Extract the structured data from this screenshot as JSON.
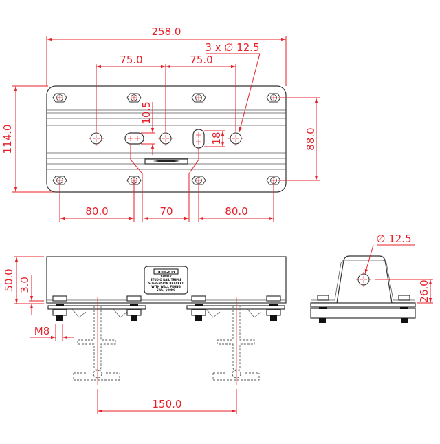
{
  "drawing": {
    "title": "Studio rail triple suspension bracket - dimensioned drawing",
    "colors": {
      "dimension": "#e8202a",
      "outline": "#333333",
      "background": "#ffffff"
    }
  },
  "top_view": {
    "overall_width": "258.0",
    "overall_height": "114.0",
    "bolt_row_spacing": "88.0",
    "hole_spacing_left": "75.0",
    "hole_spacing_right": "75.0",
    "hole_callout": "3 x ∅ 12.5",
    "slot_offset": "10.5",
    "slot_length": "18",
    "bolt_spacing_left": "80.0",
    "bolt_spacing_center": "70",
    "bolt_spacing_right": "80.0"
  },
  "front_view": {
    "height": "50.0",
    "plate_thickness": "3.0",
    "bolt_size": "M8",
    "rail_spacing": "150.0",
    "label_plate": {
      "brand": "DOUGHTY",
      "lines": [
        "T30417",
        "STUDIO RAIL TRIPLE",
        "SUSPENSION BRACKET",
        "WITH WALL FIXING",
        "SWL: 100KG"
      ]
    }
  },
  "side_view": {
    "hole_diameter": "∅ 12.5",
    "hole_height": "26.0"
  }
}
